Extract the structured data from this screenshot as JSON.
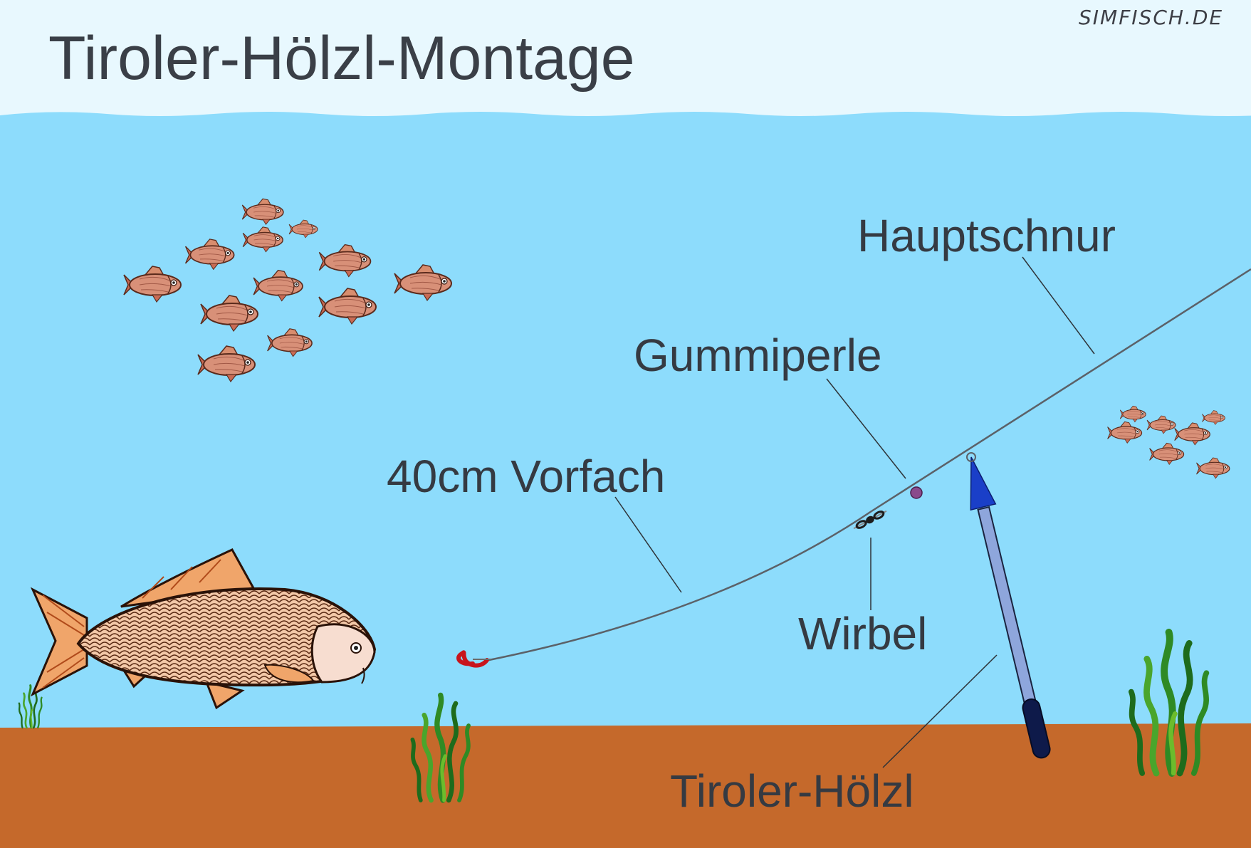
{
  "title": "Tiroler-Hölzl-Montage",
  "watermark": "SIMFISCH.DE",
  "labels": {
    "hauptschnur": "Hauptschnur",
    "gummiperle": "Gummiperle",
    "vorfach": "40cm Vorfach",
    "wirbel": "Wirbel",
    "hoelzl": "Tiroler-Hölzl"
  },
  "colors": {
    "sky": "#e8f8fe",
    "water": "#8ddcfc",
    "ground": "#c5692b",
    "line": "#5b6168",
    "pointer": "#2e3338",
    "stick": "#8ea6dc",
    "stick_tip": "#1a3fc8",
    "stick_base": "#0e1a4a",
    "bead": "#8a4a8c",
    "bait": "#c8141c",
    "weed": "#2c8a28",
    "small_fish": "#d58a74",
    "carp": "#d7865a"
  },
  "icons": [
    "carp-icon",
    "small-fish-icon",
    "water-weed-icon",
    "swivel-icon",
    "bead-icon",
    "bait-worm-icon",
    "stick-float-icon"
  ]
}
